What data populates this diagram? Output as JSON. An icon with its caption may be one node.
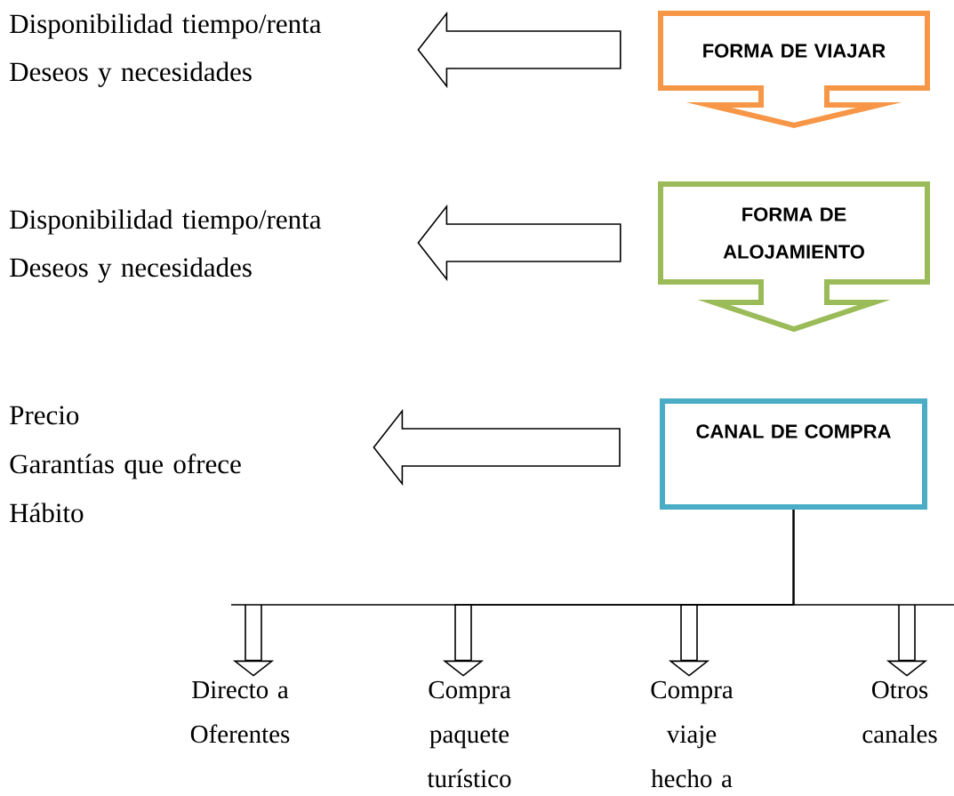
{
  "diagram": {
    "nodes": [
      {
        "text": [
          "FORMA DE VIAJAR"
        ]
      },
      {
        "text": [
          "FORMA DE ALOJAMIENTO"
        ]
      },
      {
        "text": [
          "CANAL DE COMPRA"
        ]
      },
      {
        "text": [
          "Disponibilidad tiempo/renta",
          "Deseos y necesidades"
        ]
      },
      {
        "text": [
          "Disponibilidad tiempo/renta",
          "Deseos y necesidades"
        ]
      },
      {
        "text": [
          "Precio",
          "Garantías que ofrece",
          "Hábito"
        ]
      },
      {
        "text": [
          "Directo a Oferentes"
        ]
      },
      {
        "text": [
          "Compra paquete turístico"
        ]
      },
      {
        "text": [
          "Compra viaje hecho a"
        ]
      },
      {
        "text": [
          "Otros canales"
        ]
      }
    ],
    "edges": [
      {
        "from": 0,
        "to": 3,
        "arrow": "to"
      },
      {
        "from": 1,
        "to": 4,
        "arrow": "to"
      },
      {
        "from": 2,
        "to": 5,
        "arrow": "to"
      },
      {
        "from": 2,
        "to": 6,
        "arrow": "to"
      },
      {
        "from": 2,
        "to": 7,
        "arrow": "to"
      },
      {
        "from": 2,
        "to": 8,
        "arrow": "to"
      },
      {
        "from": 2,
        "to": 9,
        "arrow": "to"
      }
    ]
  }
}
